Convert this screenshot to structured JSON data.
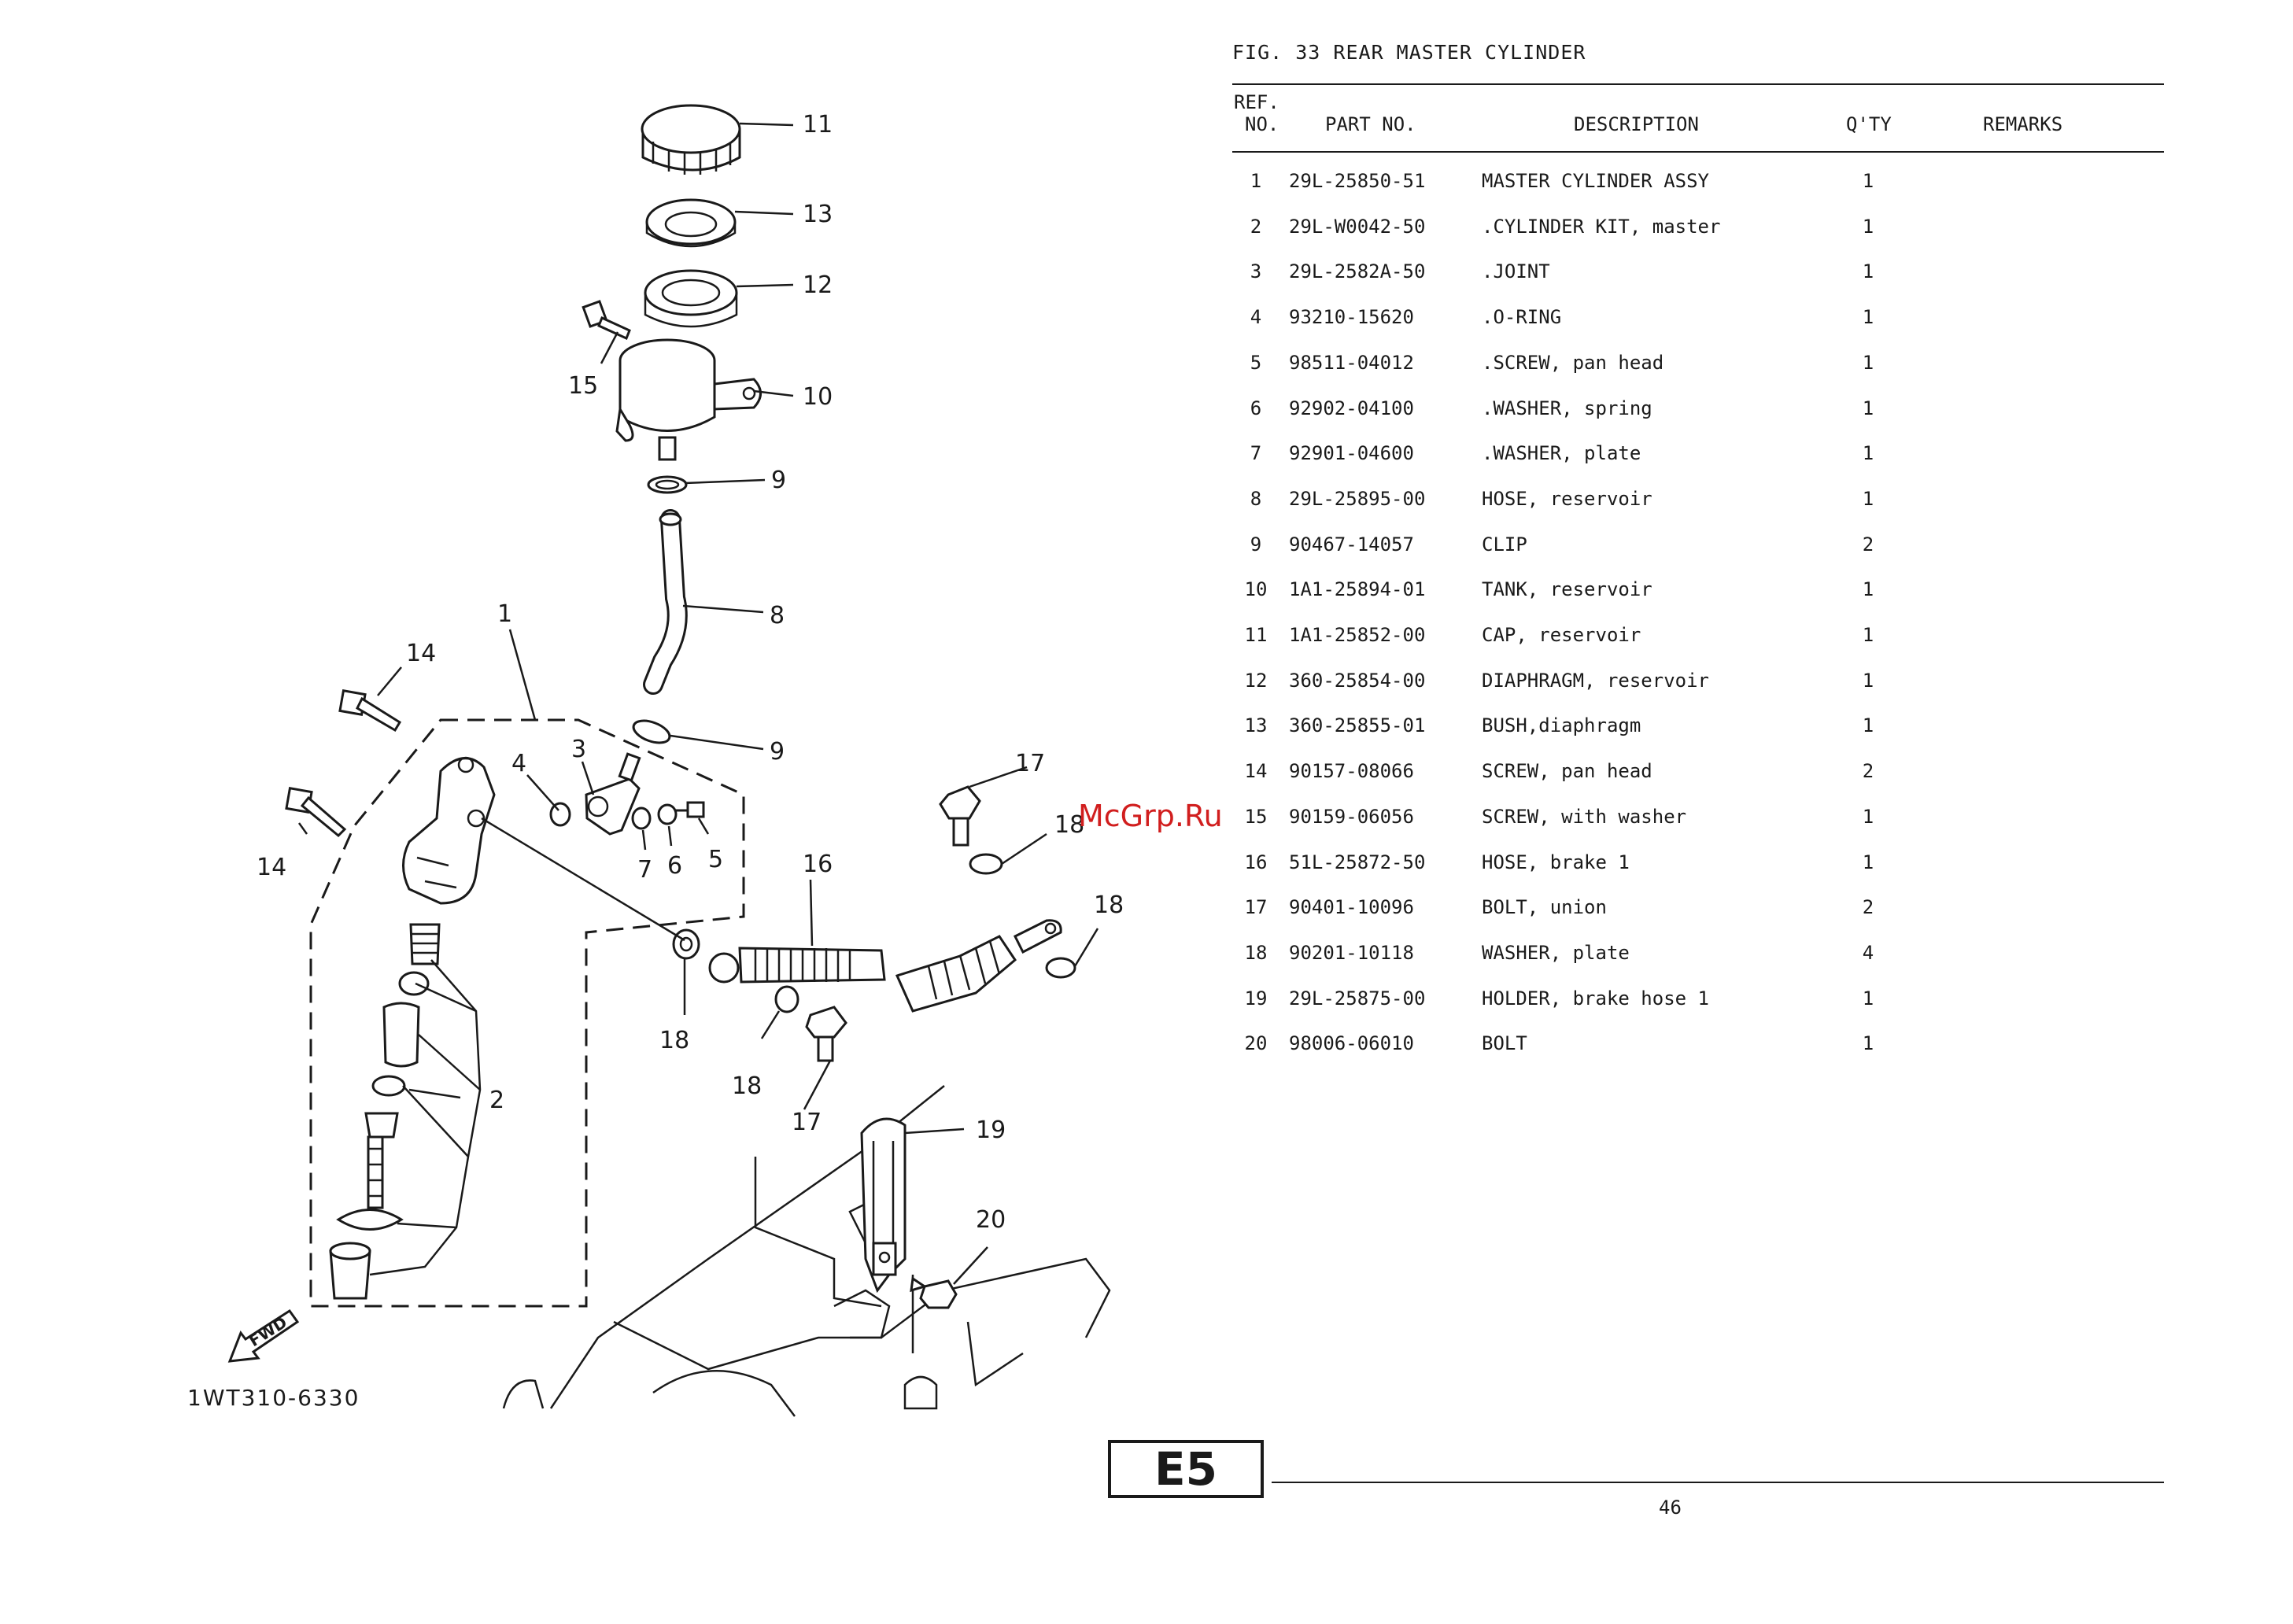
{
  "page": {
    "figure_title": "FIG. 33  REAR MASTER CYLINDER",
    "section_badge": "E5",
    "page_number": "46",
    "watermark": "McGrp.Ru",
    "diagram_code": "1WT310-6330",
    "fwd_label": "FWD"
  },
  "table": {
    "headers": {
      "ref_line1": "REF.",
      "ref_line2": "NO.",
      "part_no": "PART NO.",
      "description": "DESCRIPTION",
      "qty": "Q'TY",
      "remarks": "REMARKS"
    },
    "rows": [
      {
        "ref": "1",
        "part_no": "29L-25850-51",
        "description": "MASTER CYLINDER ASSY",
        "qty": "1"
      },
      {
        "ref": "2",
        "part_no": "29L-W0042-50",
        "description": ".CYLINDER KIT, master",
        "qty": "1"
      },
      {
        "ref": "3",
        "part_no": "29L-2582A-50",
        "description": ".JOINT",
        "qty": "1"
      },
      {
        "ref": "4",
        "part_no": "93210-15620",
        "description": ".O-RING",
        "qty": "1"
      },
      {
        "ref": "5",
        "part_no": "98511-04012",
        "description": ".SCREW, pan head",
        "qty": "1"
      },
      {
        "ref": "6",
        "part_no": "92902-04100",
        "description": ".WASHER, spring",
        "qty": "1"
      },
      {
        "ref": "7",
        "part_no": "92901-04600",
        "description": ".WASHER, plate",
        "qty": "1"
      },
      {
        "ref": "8",
        "part_no": "29L-25895-00",
        "description": "HOSE, reservoir",
        "qty": "1"
      },
      {
        "ref": "9",
        "part_no": "90467-14057",
        "description": "CLIP",
        "qty": "2"
      },
      {
        "ref": "10",
        "part_no": "1A1-25894-01",
        "description": "TANK, reservoir",
        "qty": "1"
      },
      {
        "ref": "11",
        "part_no": "1A1-25852-00",
        "description": "CAP, reservoir",
        "qty": "1"
      },
      {
        "ref": "12",
        "part_no": "360-25854-00",
        "description": "DIAPHRAGM, reservoir",
        "qty": "1"
      },
      {
        "ref": "13",
        "part_no": "360-25855-01",
        "description": "BUSH,diaphragm",
        "qty": "1"
      },
      {
        "ref": "14",
        "part_no": "90157-08066",
        "description": "SCREW, pan head",
        "qty": "2"
      },
      {
        "ref": "15",
        "part_no": "90159-06056",
        "description": "SCREW, with washer",
        "qty": "1"
      },
      {
        "ref": "16",
        "part_no": "51L-25872-50",
        "description": "HOSE, brake 1",
        "qty": "1"
      },
      {
        "ref": "17",
        "part_no": "90401-10096",
        "description": "BOLT, union",
        "qty": "2"
      },
      {
        "ref": "18",
        "part_no": "90201-10118",
        "description": "WASHER, plate",
        "qty": "4"
      },
      {
        "ref": "19",
        "part_no": "29L-25875-00",
        "description": "HOLDER, brake hose 1",
        "qty": "1"
      },
      {
        "ref": "20",
        "part_no": "98006-06010",
        "description": "BOLT",
        "qty": "1"
      }
    ]
  },
  "callouts": {
    "c1": "1",
    "c2": "2",
    "c3": "3",
    "c4": "4",
    "c5": "5",
    "c6": "6",
    "c7": "7",
    "c8": "8",
    "c9": "9",
    "c10": "10",
    "c11": "11",
    "c12": "12",
    "c13": "13",
    "c14": "14",
    "c15": "15",
    "c16": "16",
    "c17": "17",
    "c18": "18",
    "c19": "19",
    "c20": "20"
  }
}
